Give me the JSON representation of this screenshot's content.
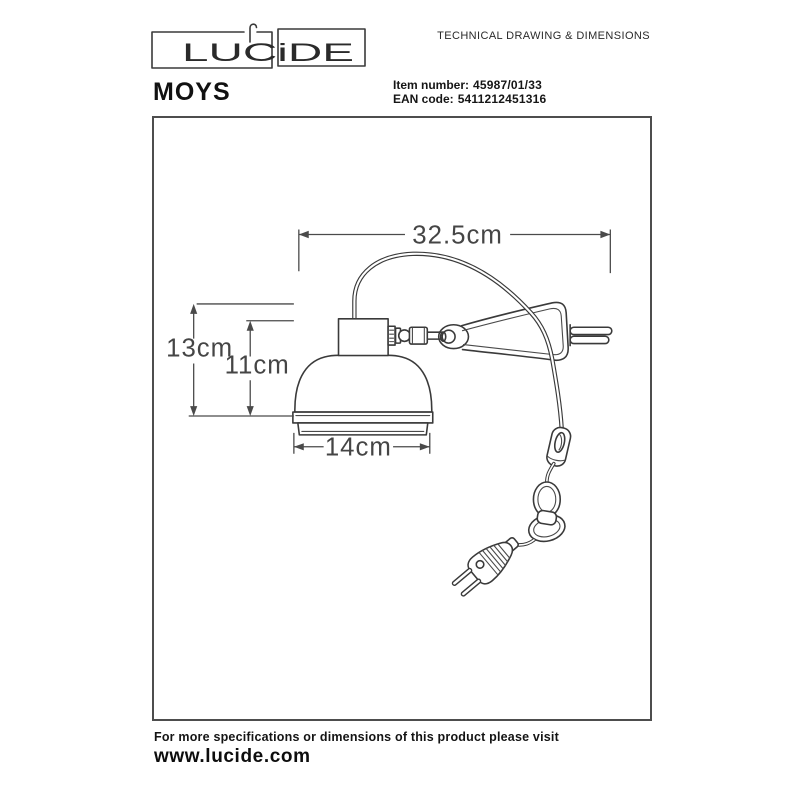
{
  "colors": {
    "ink": "#2a2a2a",
    "line": "#3a3a3a",
    "background": "#ffffff"
  },
  "header": {
    "logo_text": "LUCiDE",
    "tagline": "TECHNICAL DRAWING & DIMENSIONS",
    "product_name": "MOYS",
    "item_number_label": "Item number:",
    "item_number_value": "45987/01/33",
    "ean_label": "EAN code:",
    "ean_value": "5411212451316"
  },
  "drawing": {
    "type": "technical-drawing",
    "subject": "clamp spot lamp with shade, clip, cord switch and euro plug",
    "dimensions": {
      "total_width": "32.5cm",
      "total_height": "13cm",
      "shade_height": "11cm",
      "shade_width": "14cm"
    }
  },
  "footer": {
    "note": "For more specifications or dimensions of this product please visit",
    "website": "www.lucide.com"
  }
}
